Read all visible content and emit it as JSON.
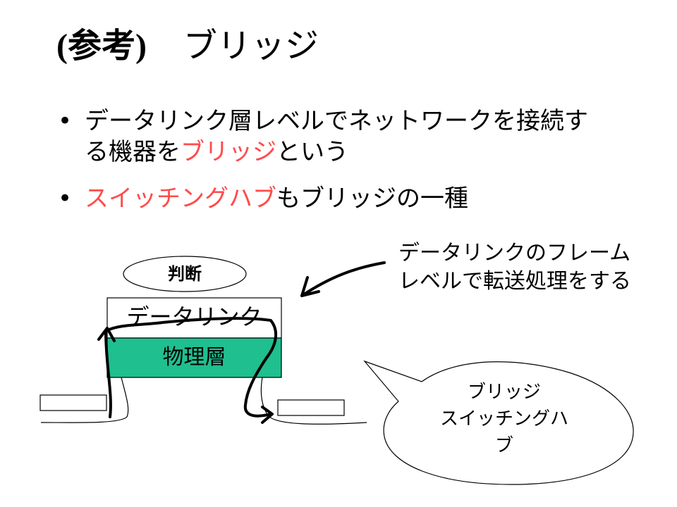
{
  "slide": {
    "title_prefix": "(参考)",
    "title_main": "ブリッジ",
    "bullets": [
      {
        "parts": [
          {
            "text": "データリンク層レベルでネットワークを接続する機器を",
            "accent": false
          },
          {
            "text": "ブリッジ",
            "accent": true
          },
          {
            "text": "という",
            "accent": false
          }
        ]
      },
      {
        "parts": [
          {
            "text": "スイッチングハブ",
            "accent": true
          },
          {
            "text": "もブリッジの一種",
            "accent": false
          }
        ]
      }
    ]
  },
  "diagram": {
    "judgment_label": "判断",
    "datalink_label": "データリンク",
    "physical_label": "物理層",
    "callout_text": "データリンクのフレームレベルで転送処理をする",
    "bubble_lines": [
      "ブリッジ",
      "スイッチングハ",
      "ブ"
    ]
  },
  "colors": {
    "accent": "#ff4b4b",
    "physical_layer": "#1fbf8f",
    "text": "#000000",
    "background": "#ffffff"
  }
}
